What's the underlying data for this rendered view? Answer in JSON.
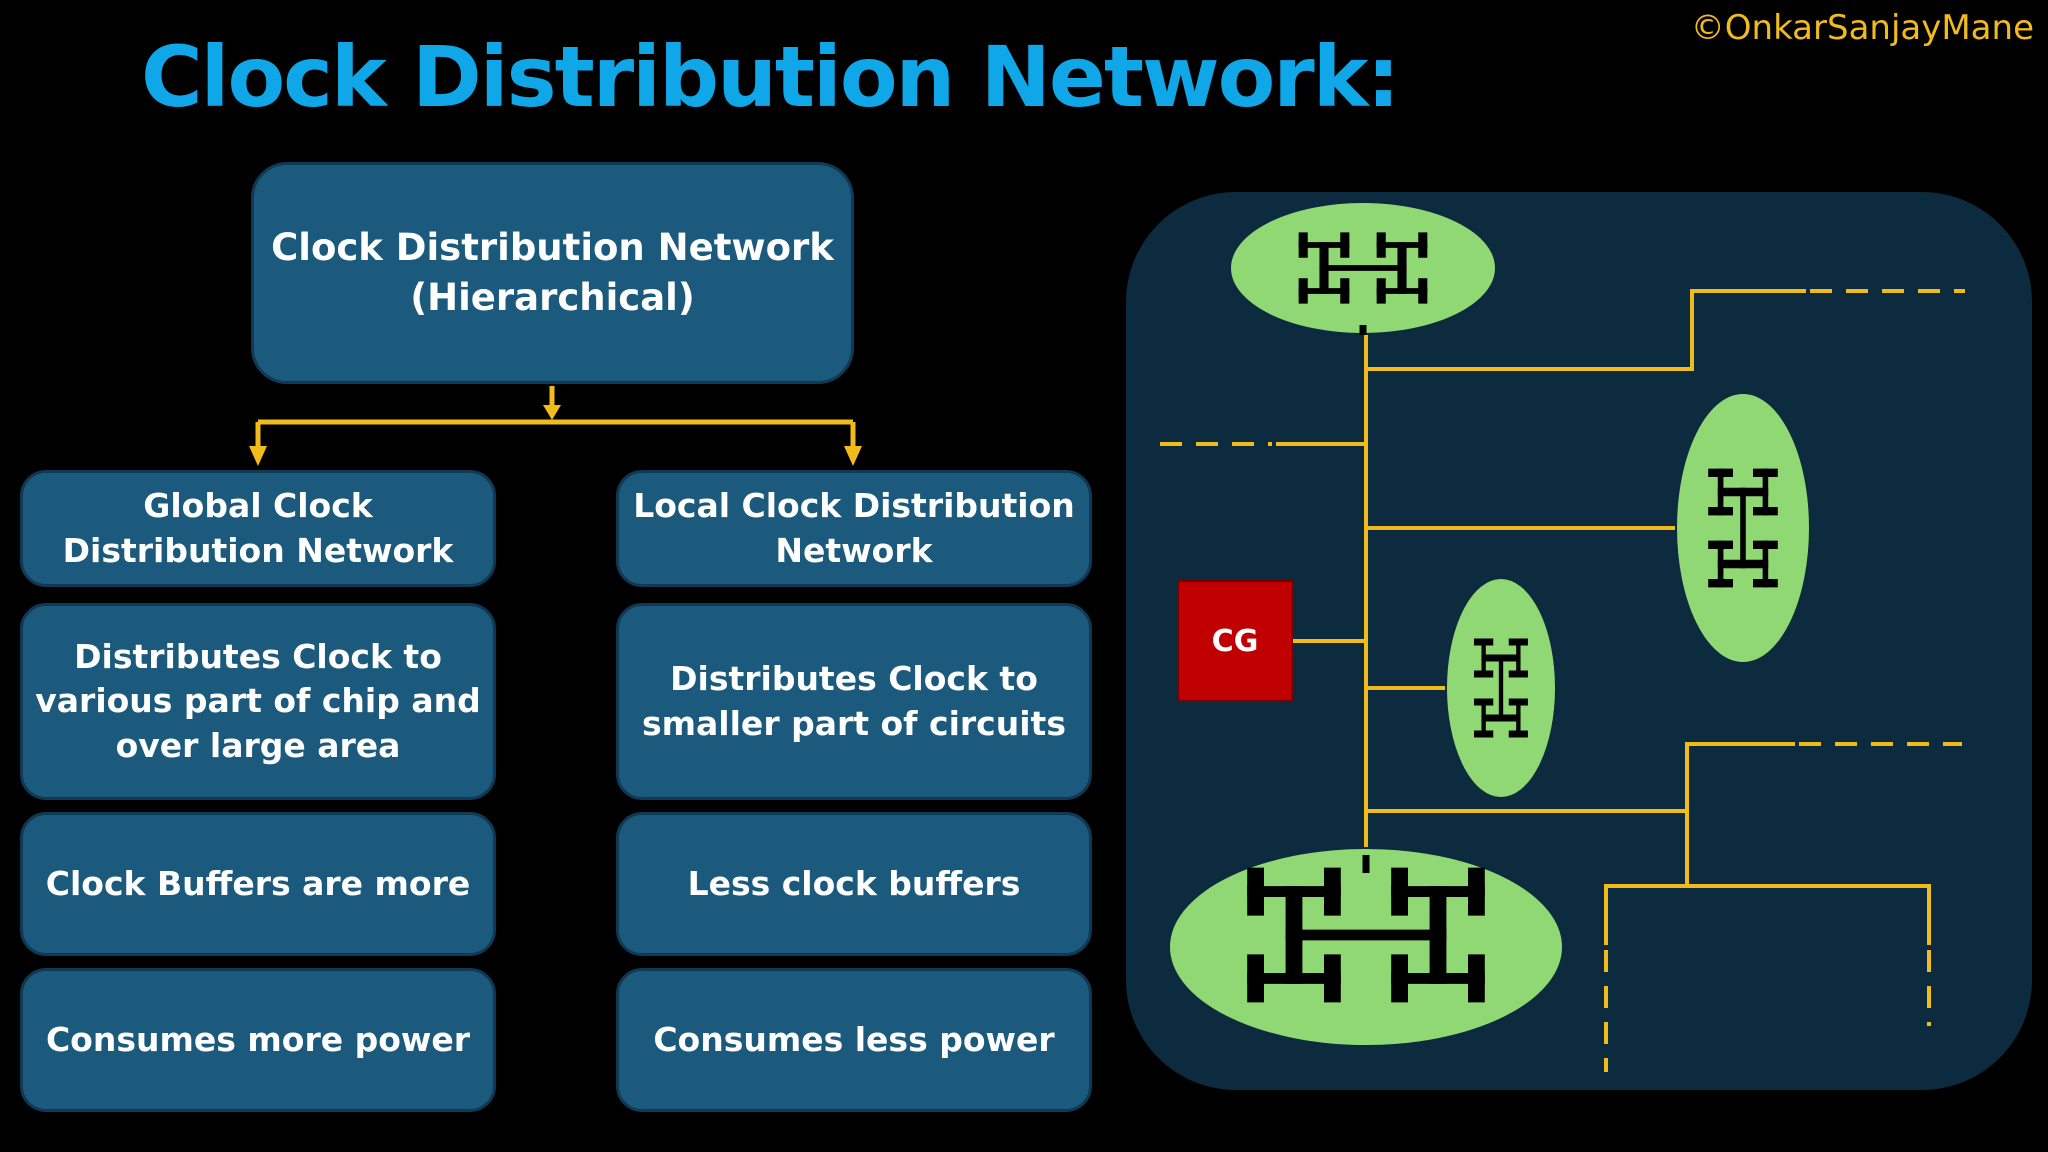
{
  "title": "Clock Distribution Network:",
  "watermark": "©OnkarSanjayMane",
  "root": {
    "label": "Clock Distribution Network\n(Hierarchical)"
  },
  "global": {
    "heading": "Global Clock\nDistribution Network",
    "points": [
      "Distributes Clock to\nvarious part of chip and\nover large area",
      "Clock Buffers are more",
      "Consumes more power"
    ]
  },
  "local": {
    "heading": "Local Clock Distribution\nNetwork",
    "points": [
      "Distributes Clock to\nsmaller part of circuits",
      "Less clock buffers",
      "Consumes less power"
    ]
  },
  "clock_gate": {
    "label": "CG"
  },
  "colors": {
    "title": "#10a7e8",
    "box_fill": "#1b5a7c",
    "wire": "#f2bb1c",
    "cluster": "#8fd873",
    "clock_gate": "#c00000",
    "panel": "#0c2b3e"
  },
  "icons": [
    "h-tree-icon",
    "arrow-down-icon"
  ]
}
